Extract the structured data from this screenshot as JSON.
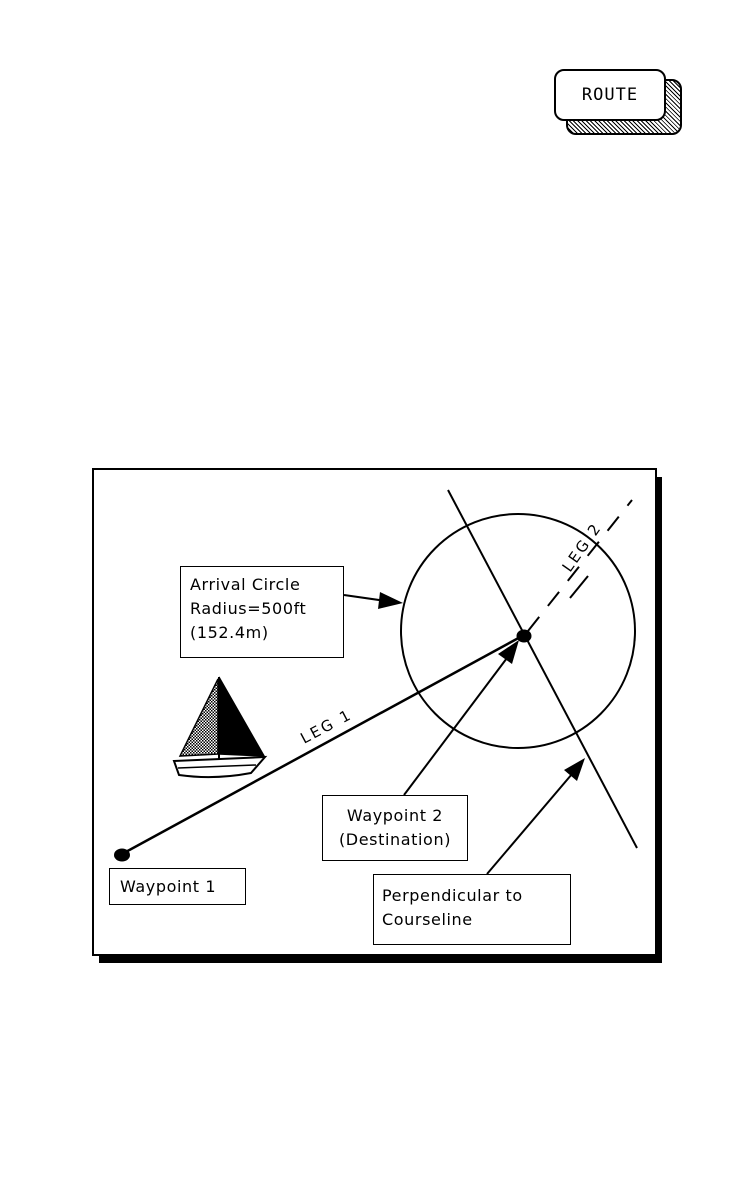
{
  "route_key": {
    "label": "ROUTE"
  },
  "diagram": {
    "arrival_circle": {
      "line1": "Arrival Circle",
      "line2": "Radius=500ft",
      "line3": "(152.4m)"
    },
    "leg1_label": "LEG 1",
    "leg2_label": "LEG 2",
    "waypoint1_label": "Waypoint 1",
    "waypoint2": {
      "line1": "Waypoint 2",
      "line2": "(Destination)"
    },
    "perpendicular": {
      "line1": "Perpendicular to",
      "line2": "Courseline"
    }
  }
}
